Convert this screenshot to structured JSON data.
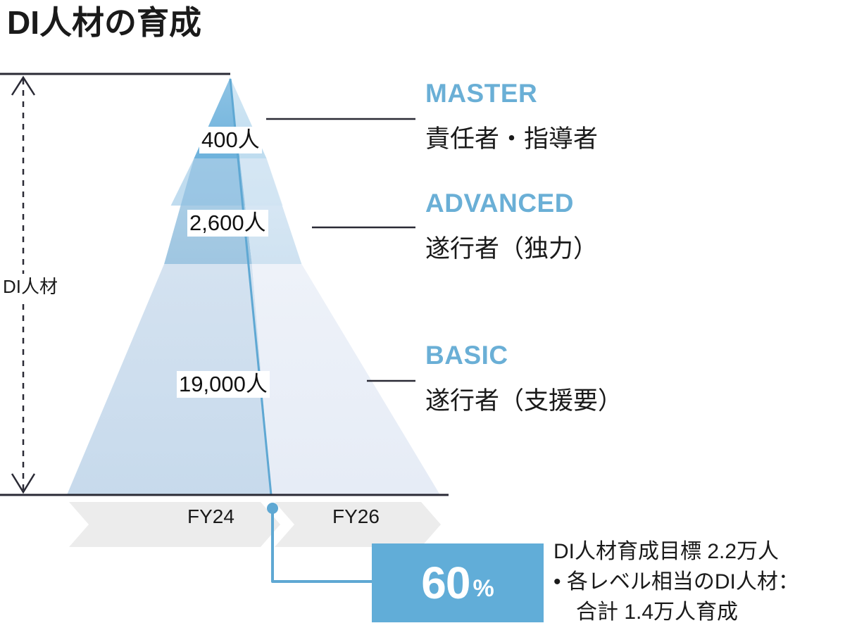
{
  "title": "DI人材の育成",
  "axis": {
    "label": "DI人材"
  },
  "pyramid": {
    "levels": [
      {
        "id": "master",
        "count": "400人",
        "name": "MASTER",
        "description": "責任者・指導者"
      },
      {
        "id": "advanced",
        "count": "2,600人",
        "name": "ADVANCED",
        "description": "遂行者（独力）"
      },
      {
        "id": "basic",
        "count": "19,000人",
        "name": "BASIC",
        "description": "遂行者（支援要）"
      }
    ]
  },
  "timeline": {
    "segments": [
      "FY24",
      "FY26"
    ]
  },
  "highlight": {
    "number": "60",
    "sign": "%"
  },
  "note": {
    "lines": [
      "DI人材育成目標 2.2万人",
      "• 各レベル相当のDI人材：",
      "合計 1.4万人育成"
    ]
  },
  "colors": {
    "accent": "#6AAFD6",
    "box": "#61ADD8",
    "master_left": "#6DB2DC",
    "master_right": "#B9DAEE",
    "advanced_left": "#A8CCE5",
    "advanced_right": "#D6E6F3",
    "basic_left": "#CEDEEF",
    "basic_right": "#EAEFF7",
    "divider": "#5FA8D3",
    "rule": "#2a2a35",
    "chevron": "#ececec",
    "text": "#1a1a1a"
  },
  "chart_data": {
    "type": "pyramid",
    "title": "DI人材の育成",
    "categories": [
      "MASTER",
      "ADVANCED",
      "BASIC"
    ],
    "values": [
      400,
      2600,
      19000
    ],
    "value_labels": [
      "400人",
      "2,600人",
      "19,000人"
    ],
    "unit": "人",
    "descriptions": [
      "責任者・指導者",
      "遂行者（独力）",
      "遂行者（支援要）"
    ],
    "timeline": [
      "FY24",
      "FY26"
    ],
    "progress_pct": 60,
    "target_total": "2.2万人",
    "achieved_total": "1.4万人",
    "ylabel": "DI人材",
    "legend": "right"
  }
}
